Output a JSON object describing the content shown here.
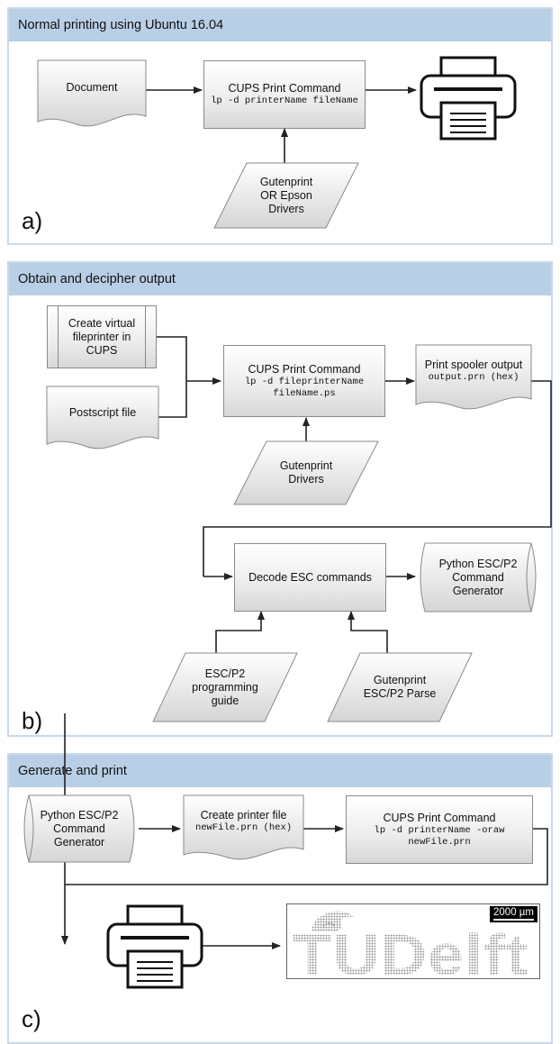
{
  "panel_a": {
    "header": "Normal printing using Ubuntu 16.04",
    "letter": "a)",
    "document": "Document",
    "cups_title": "CUPS Print Command",
    "cups_cmd": "lp -d printerName fileName",
    "drivers": [
      "Gutenprint",
      "OR Epson",
      "Drivers"
    ]
  },
  "panel_b": {
    "header": "Obtain and decipher output",
    "letter": "b)",
    "virtual": [
      "Create virtual",
      "fileprinter in",
      "CUPS"
    ],
    "postscript": "Postscript file",
    "cups_title": "CUPS Print Command",
    "cups_cmd": [
      "lp -d fileprinterName",
      "fileName.ps"
    ],
    "spooler_title": "Print spooler output",
    "spooler_cmd": "output.prn (hex)",
    "drivers": [
      "Gutenprint",
      "Drivers"
    ],
    "decode": "Decode ESC commands",
    "generator": [
      "Python ESC/P2",
      "Command",
      "Generator"
    ],
    "guide": [
      "ESC/P2",
      "programming",
      "guide"
    ],
    "parse": [
      "Gutenprint",
      "ESC/P2 Parse"
    ]
  },
  "panel_c": {
    "header": "Generate and print",
    "letter": "c)",
    "generator": [
      "Python ESC/P2",
      "Command",
      "Generator"
    ],
    "create_title": "Create printer file",
    "create_cmd": "newFile.prn (hex)",
    "cups_title": "CUPS Print Command",
    "cups_cmd": "lp -d printerName -oraw newFile.prn",
    "scale_label": "2000 µm",
    "micrograph_text": "TUDelft"
  },
  "colors": {
    "header_bg": "#b8cfe6",
    "panel_border": "#c9d9ea",
    "line": "#222222"
  },
  "icons": [
    "printer-icon",
    "printer-icon"
  ]
}
